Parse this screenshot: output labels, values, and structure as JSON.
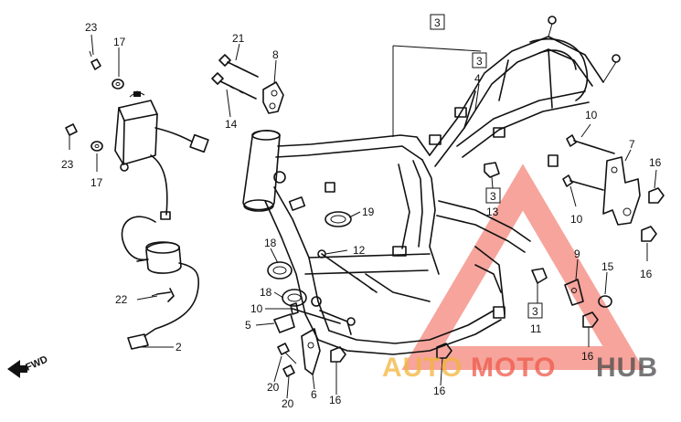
{
  "callouts": [
    {
      "id": "c23a",
      "text": "23"
    },
    {
      "id": "c17a",
      "text": "17"
    },
    {
      "id": "c23b",
      "text": "23"
    },
    {
      "id": "c17b",
      "text": "17"
    },
    {
      "id": "c21",
      "text": "21"
    },
    {
      "id": "c14",
      "text": "14"
    },
    {
      "id": "c8",
      "text": "8"
    },
    {
      "id": "c3top",
      "text": "3",
      "boxed": true
    },
    {
      "id": "c3b",
      "text": "3",
      "boxed": true
    },
    {
      "id": "c4",
      "text": "4"
    },
    {
      "id": "c10a",
      "text": "10"
    },
    {
      "id": "c7",
      "text": "7"
    },
    {
      "id": "c16a",
      "text": "16"
    },
    {
      "id": "c10b",
      "text": "10"
    },
    {
      "id": "c3c",
      "text": "3",
      "boxed": true
    },
    {
      "id": "c13",
      "text": "13"
    },
    {
      "id": "c16b",
      "text": "16"
    },
    {
      "id": "c19",
      "text": "19"
    },
    {
      "id": "c12",
      "text": "12"
    },
    {
      "id": "c18a",
      "text": "18"
    },
    {
      "id": "c18b",
      "text": "18"
    },
    {
      "id": "c10c",
      "text": "10"
    },
    {
      "id": "c5",
      "text": "5"
    },
    {
      "id": "c9",
      "text": "9"
    },
    {
      "id": "c15",
      "text": "15"
    },
    {
      "id": "c3d",
      "text": "3",
      "boxed": true
    },
    {
      "id": "c11",
      "text": "11"
    },
    {
      "id": "c16c",
      "text": "16"
    },
    {
      "id": "c22",
      "text": "22"
    },
    {
      "id": "c2",
      "text": "2"
    },
    {
      "id": "c20a",
      "text": "20"
    },
    {
      "id": "c20b",
      "text": "20"
    },
    {
      "id": "c6",
      "text": "6"
    },
    {
      "id": "c16d",
      "text": "16"
    },
    {
      "id": "c16e",
      "text": "16"
    },
    {
      "id": "c16f",
      "text": "16"
    }
  ],
  "direction_label": "FWD",
  "watermark": {
    "part1": "AUTO",
    "part2": "MOTO",
    "part3": "HUB",
    "colors": {
      "auto": "#f2b53d",
      "moto": "#ee5a4a",
      "hub": "#4a4a4a",
      "triangle": "#ee5a4a"
    }
  }
}
